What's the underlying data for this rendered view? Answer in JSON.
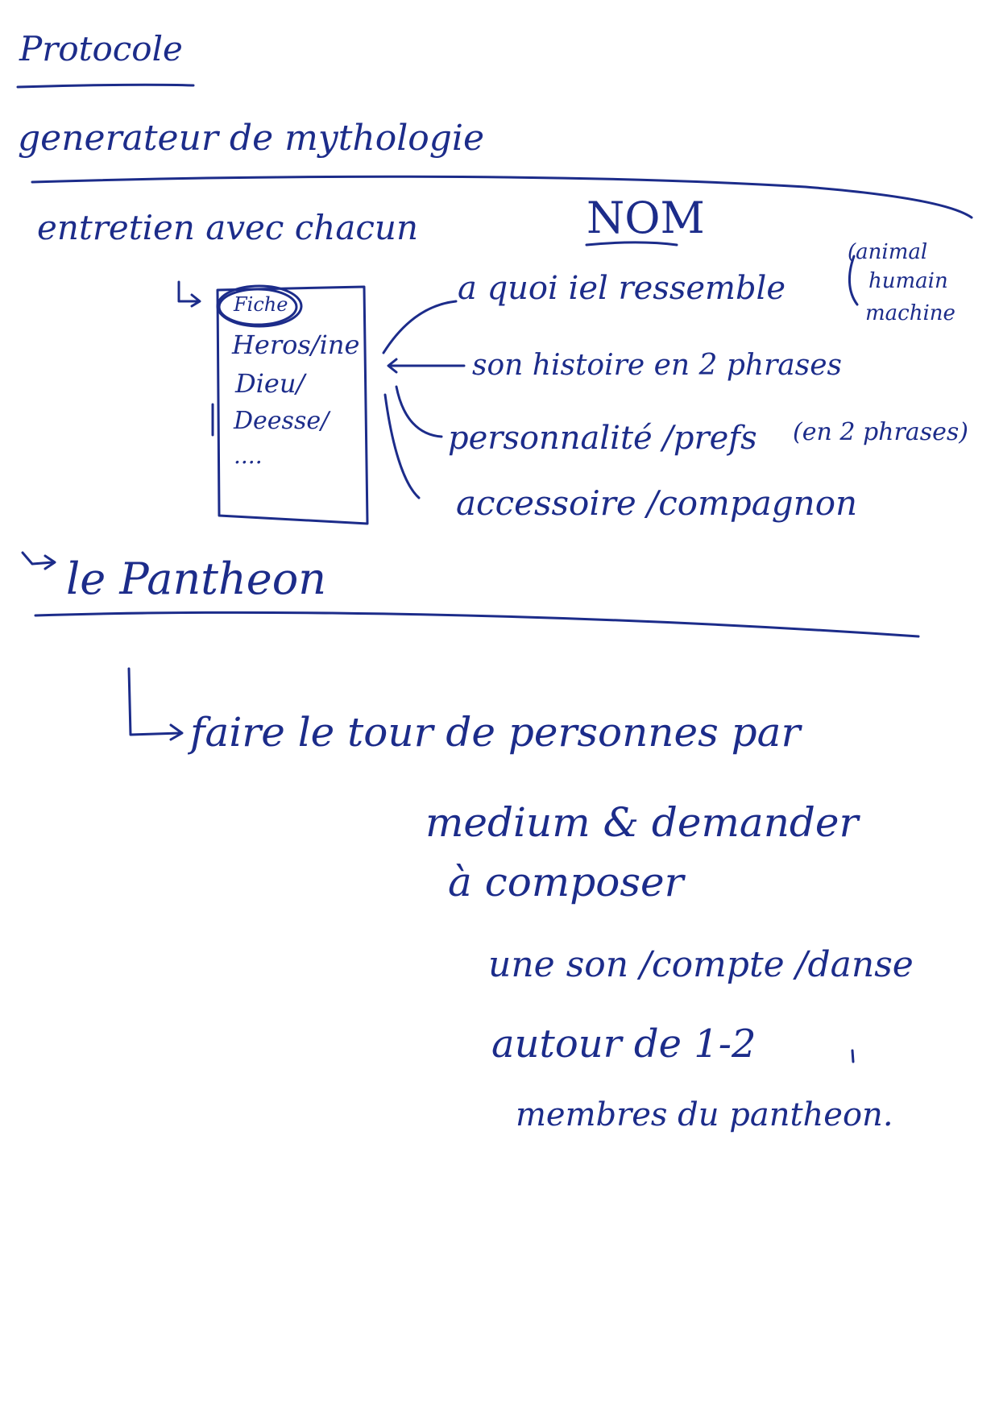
{
  "notes": {
    "title": "Protocole",
    "subtitle": "generateur de mythologie",
    "interview": "entretien avec chacun",
    "name_heading": "NOM",
    "card": {
      "label": "Fiche",
      "line1": "Heros/ine",
      "line2": "Dieu/",
      "line3": "Deesse/",
      "line4": "...."
    },
    "branches": {
      "b1": "a quoi iel ressemble",
      "b1_options": [
        "(animal",
        "humain",
        "machine"
      ],
      "b2": "son histoire en 2 phrases",
      "b3": "personnalité /prefs",
      "b3_note": "(en 2 phrases)",
      "b4": "accessoire /compagnon"
    },
    "pantheon": "le Pantheon",
    "tour": {
      "line1": "faire le tour de personnes par",
      "line2": "medium & demander",
      "line3": "à composer",
      "line4": "une son /compte /danse",
      "line5": "autour de 1-2",
      "line6": "membres du pantheon."
    }
  },
  "colors": {
    "ink": "#1c2c8a",
    "paper": "#ffffff"
  }
}
